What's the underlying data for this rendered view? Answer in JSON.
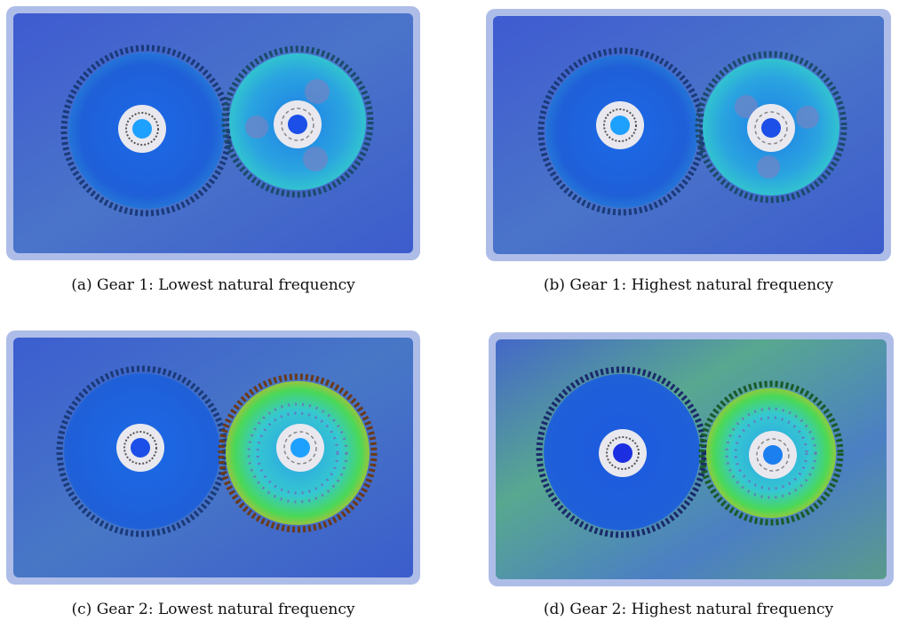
{
  "figure": {
    "panels": [
      {
        "id": "a",
        "caption": "(a) Gear 1: Lowest natural frequency"
      },
      {
        "id": "b",
        "caption": "(b) Gear 1: Highest natural frequency"
      },
      {
        "id": "c",
        "caption": "(c) Gear 2: Lowest natural frequency"
      },
      {
        "id": "d",
        "caption": "(d) Gear 2: Highest natural frequency"
      }
    ]
  },
  "colors": {
    "low": "#1a3fd1",
    "mid": "#2fd6b0",
    "high": "#d83a1a",
    "hub": "#e8e8ee",
    "hub_core": "#1ea0ff"
  }
}
